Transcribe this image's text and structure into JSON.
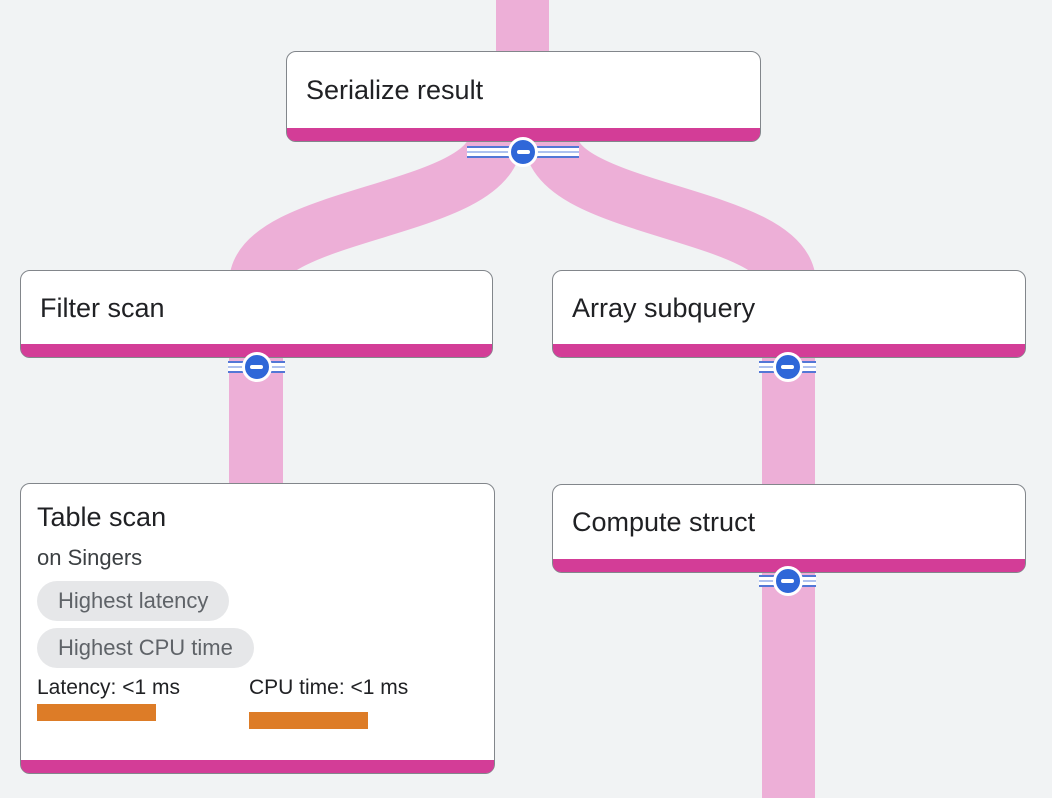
{
  "app": {
    "view": "query-execution-plan-graph"
  },
  "colors": {
    "background": "#f1f3f4",
    "node_bg": "#ffffff",
    "node_border": "#82868b",
    "accent_bar": "#d33d97",
    "edge": "#edafd7",
    "badge_bg": "#e6e7e9",
    "badge_text": "#5f6368",
    "metric_bar": "#dd7c27",
    "collapse_button": "#2f67d8",
    "rail_line": "#5377d6",
    "rail_line_light": "#adc1ef",
    "title_text": "#202124"
  },
  "nodes": [
    {
      "id": "serialize-result",
      "title": "Serialize result",
      "collapsible": true
    },
    {
      "id": "filter-scan",
      "title": "Filter scan",
      "collapsible": true
    },
    {
      "id": "array-subquery",
      "title": "Array subquery",
      "collapsible": true
    },
    {
      "id": "table-scan",
      "title": "Table scan",
      "subtitle": "on Singers",
      "badges": [
        "Highest latency",
        "Highest CPU time"
      ],
      "metrics": [
        {
          "label": "Latency: <1 ms"
        },
        {
          "label": "CPU time: <1 ms"
        }
      ],
      "collapsible": false
    },
    {
      "id": "compute-struct",
      "title": "Compute struct",
      "collapsible": true
    }
  ],
  "edges": [
    {
      "from": "root",
      "to": "serialize-result"
    },
    {
      "from": "serialize-result",
      "to": "filter-scan"
    },
    {
      "from": "serialize-result",
      "to": "array-subquery"
    },
    {
      "from": "filter-scan",
      "to": "table-scan"
    },
    {
      "from": "array-subquery",
      "to": "compute-struct"
    },
    {
      "from": "compute-struct",
      "to": "offscreen-below"
    }
  ]
}
